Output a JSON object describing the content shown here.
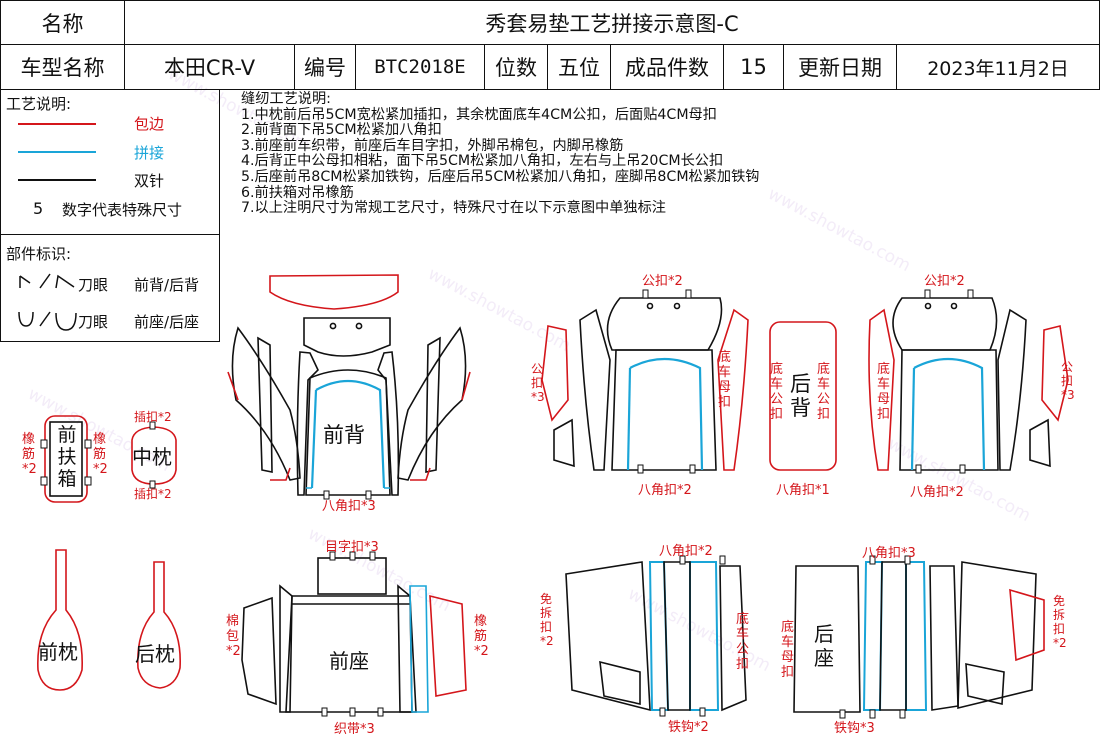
{
  "header": {
    "name_label": "名称",
    "title": "秀套易垫工艺拼接示意图-C",
    "model_label": "车型名称",
    "model_value": "本田CR-V",
    "code_label": "编号",
    "code_value": "BTC2018E",
    "seats_label": "位数",
    "seats_value": "五位",
    "pieces_label": "成品件数",
    "pieces_value": "15",
    "date_label": "更新日期",
    "date_value": "2023年11月2日"
  },
  "legend": {
    "title": "工艺说明:",
    "items": [
      {
        "label": "包边",
        "color": "#d4161b"
      },
      {
        "label": "拼接",
        "color": "#1aa5d8"
      },
      {
        "label": "双针",
        "color": "#111111"
      }
    ],
    "size_number": "5",
    "size_text": "数字代表特殊尺寸"
  },
  "parts_legend": {
    "title": "部件标识:",
    "row1_mark": "刀眼",
    "row1_text": "前背/后背",
    "row2_mark": "刀眼",
    "row2_text": "前座/后座"
  },
  "notes": {
    "title": "缝纫工艺说明:",
    "lines": [
      "1.中枕前后吊5CM宽松紧加插扣，其余枕面底车4CM公扣，后面贴4CM母扣",
      "2.前背面下吊5CM松紧加八角扣",
      "3.前座前车织带，前座后车目字扣，外脚吊棉包，内脚吊橡筋",
      "4.后背正中公母扣相粘，面下吊5CM松紧加八角扣，左右与上吊20CM长公扣",
      "5.后座前吊8CM松紧加铁钩，后座后吊5CM松紧加八角扣，座脚吊8CM松紧加铁钩",
      "6.前扶箱对吊橡筋",
      "7.以上注明尺寸为常规工艺尺寸，特殊尺寸在以下示意图中单独标注"
    ]
  },
  "diagram": {
    "front_back": "前背",
    "front_back_bottom": "八角扣*3",
    "armrest": [
      "前",
      "扶",
      "箱"
    ],
    "armrest_left": "橡筋*2",
    "armrest_right": "橡筋*2",
    "mid_pillow": "中枕",
    "mid_pillow_top": "插扣*2",
    "mid_pillow_bottom": "插扣*2",
    "rear_back_top_left": "公扣*2",
    "rear_back_top_right": "公扣*2",
    "rear_back_left_side": "公扣*3",
    "rear_back_right_side": "公扣*3",
    "rear_back_mother": "底车母扣",
    "rear_back_male_left": "底车公扣",
    "rear_back_male_right": "底车公扣",
    "rear_back_mother_right": "底车母扣",
    "rear_back_center": "后背",
    "rear_back_bottom_left": "八角扣*2",
    "rear_back_bottom_mid": "八角扣*1",
    "rear_back_bottom_right": "八角扣*2",
    "front_pillow": "前枕",
    "rear_pillow": "后枕",
    "front_seat": "前座",
    "front_seat_top": "目字扣*3",
    "front_seat_cotton": "棉包*2",
    "front_seat_elastic": "橡筋*2",
    "front_seat_bottom": "织带*3",
    "rear_seat_top_left": "八角扣*2",
    "rear_seat_top_right": "八角扣*3",
    "rear_seat_free_left": "免拆扣*2",
    "rear_seat_free_right": "免拆扣*2",
    "rear_seat_male": "底车公扣",
    "rear_seat_mother": "底车母扣",
    "rear_seat": "后座",
    "rear_seat_hook_left": "铁钩*2",
    "rear_seat_hook_right": "铁钩*3"
  }
}
